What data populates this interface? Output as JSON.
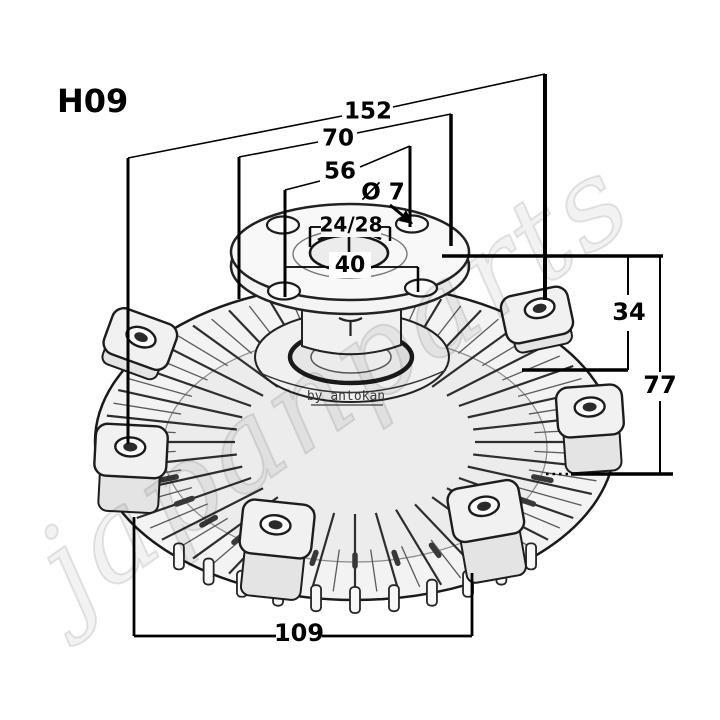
{
  "part_code": "H09",
  "watermark": {
    "brand": "japanparts",
    "credit": "by antokan"
  },
  "drawing": {
    "description": "Viscous fan clutch technical drawing, perspective view with dimension callouts",
    "dimensions": {
      "dim152": "152",
      "dim70": "70",
      "dim56": "56",
      "dimHole": "Ø 7",
      "dim2428": "24/28",
      "dim40": "40",
      "dim34": "34",
      "dim77": "77",
      "dim109": "109"
    }
  }
}
